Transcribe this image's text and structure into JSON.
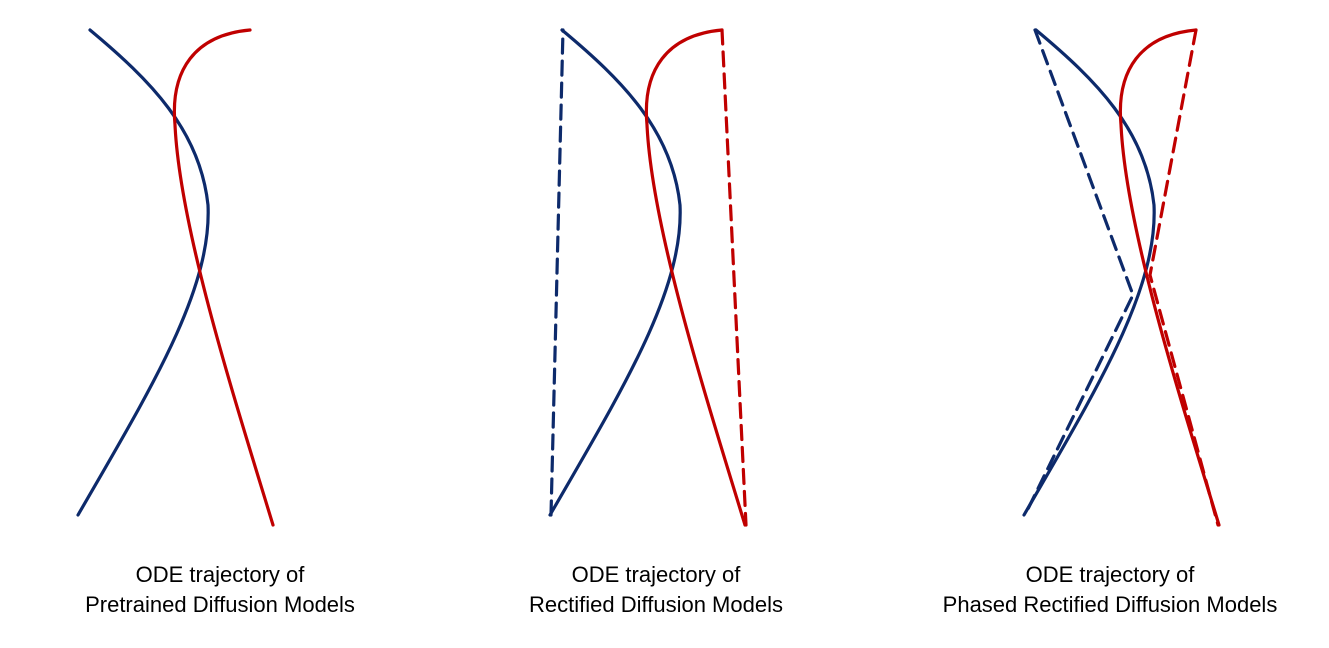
{
  "colors": {
    "blue": "#0d2a6b",
    "red": "#c00000"
  },
  "panels": [
    {
      "caption_line1": "ODE trajectory of",
      "caption_line2": "Pretrained Diffusion Models",
      "curves": [
        {
          "color_key": "blue",
          "style": "solid",
          "icon": "blue-ode-trajectory"
        },
        {
          "color_key": "red",
          "style": "solid",
          "icon": "red-ode-trajectory"
        }
      ]
    },
    {
      "caption_line1": "ODE trajectory of",
      "caption_line2": "Rectified Diffusion Models",
      "curves": [
        {
          "color_key": "blue",
          "style": "solid",
          "icon": "blue-ode-trajectory"
        },
        {
          "color_key": "red",
          "style": "solid",
          "icon": "red-ode-trajectory"
        },
        {
          "color_key": "blue",
          "style": "dashed",
          "icon": "blue-rectified-trajectory"
        },
        {
          "color_key": "red",
          "style": "dashed",
          "icon": "red-rectified-trajectory"
        }
      ]
    },
    {
      "caption_line1": "ODE trajectory of",
      "caption_line2": "Phased Rectified Diffusion Models",
      "curves": [
        {
          "color_key": "blue",
          "style": "solid",
          "icon": "blue-ode-trajectory"
        },
        {
          "color_key": "red",
          "style": "solid",
          "icon": "red-ode-trajectory"
        },
        {
          "color_key": "blue",
          "style": "dashed",
          "icon": "blue-phased-rectified-trajectory"
        },
        {
          "color_key": "red",
          "style": "dashed",
          "icon": "red-phased-rectified-trajectory"
        }
      ]
    }
  ]
}
